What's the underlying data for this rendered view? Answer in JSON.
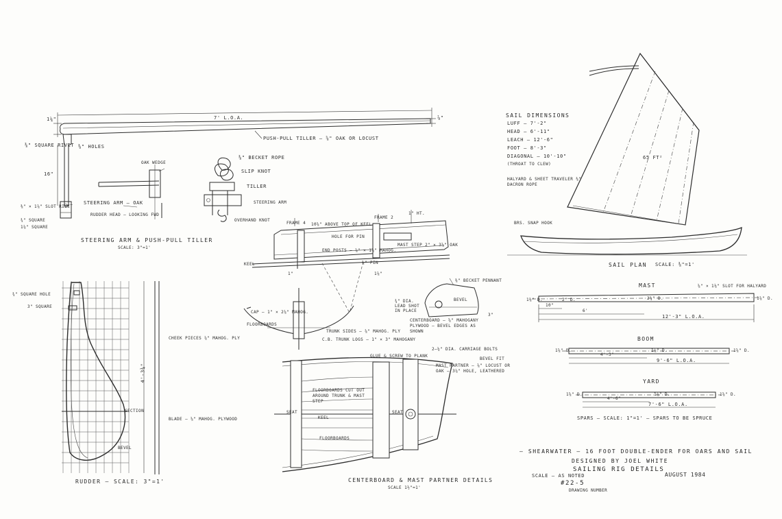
{
  "tiller": {
    "overall_length": "7' L.O.A.",
    "left_dim": "1¼\"",
    "right_dim": "⅞\"",
    "tiller_note": "Push-pull tiller – ⅝\" oak or locust",
    "square_rivet": "⅜\" square rivet",
    "holes": "⅜\" holes",
    "height_dim": "16\"",
    "slot_rivet": "⅜\" × 1⅞\" slot rivet",
    "square_1": "¾\" square",
    "square_2": "1⅞\" square",
    "oak_wedge": "Oak wedge",
    "steering_arm": "Steering arm – oak",
    "rudder_head": "Rudder head – looking fwd",
    "becket_rope": "⅜\" becket rope",
    "slip_knot": "Slip knot",
    "tiller_label": "Tiller",
    "steering_arm_2": "Steering arm",
    "overhand_knot": "Overhand knot",
    "caption": "Steering arm & push-pull tiller",
    "scale": "Scale: 3\"=1'"
  },
  "rudder": {
    "square_hole": "¾\" square hole",
    "square": "3\" square",
    "cheek": "Cheek pieces ⅞\" mahog. ply",
    "height_dim": "4'-3¾\"",
    "section": "Section",
    "blade": "Blade – ⅝\" mahog. plywood",
    "bevel": "Bevel",
    "caption": "Rudder – scale: 3\"=1'"
  },
  "keel_section": {
    "frame_a": "Frame 4",
    "keel_top": "10⅝\" above top of keel",
    "frame_b": "Frame 2",
    "height": "1\" ht.",
    "hole_pin": "Hole for pin",
    "end_posts": "End posts – ⅞\" × 1⅝\" mahog.",
    "mast_step": "Mast step 2\" × 3⅝\" oak",
    "pin": "⅜\" pin",
    "keel": "Keel",
    "dim_1": "1\"",
    "dim_2": "1⅞\""
  },
  "trunk_section": {
    "cap": "Cap – 1\" × 2⅞\" mahog.",
    "floorboards": "Floorboards",
    "trunk_sides": "Trunk sides – ⅞\" mahog. ply",
    "trunk_logs": "C.B. trunk logs – 1\" × 3\" mahogany"
  },
  "centerboard": {
    "becket": "⅜\" becket pennant",
    "lead": "¾\" dia. lead shot in place",
    "bevel": "Bevel",
    "board": "Centerboard – ⅝\" mahogany plywood – bevel edges as shown",
    "dim": "3\""
  },
  "partner": {
    "glue": "Glue & screw to plank",
    "carriage": "2–¼\" dia. carriage bolts",
    "partner": "Mast partner – ⅞\" locust or oak – 3⅞\" hole, leathered",
    "bevel": "Bevel fit",
    "floorboards": "Floorboards cut out around trunk & mast step",
    "seat": "Seat",
    "keel": "Keel",
    "seat_2": "Seat",
    "floorboards_2": "Floorboards",
    "caption": "Centerboard & mast partner details",
    "scale": "Scale 1½\"=1'"
  },
  "sail": {
    "heading": "Sail dimensions",
    "luff": "Luff – 7'-2\"",
    "head": "Head – 6'-11\"",
    "leach": "Leach – 12'-6\"",
    "foot": "Foot – 8'-3\"",
    "diagonal": "Diagonal – 10'-10\"",
    "diagonal_note": "(throat to clew)",
    "area": "65 ft²",
    "halyard": "Halyard & sheet traveler ⅜\" dacron rope",
    "brass_hook": "Brs. snap hook",
    "caption": "Sail plan",
    "scale": "Scale: ⅜\"=1'"
  },
  "spars": {
    "mast_title": "Mast",
    "mast_slot": "⅝\" × 1⅛\" slot for halyard",
    "mast_d1": "1⅜\" D.",
    "mast_d2": "2\" D.",
    "mast_d3": "2¼\" D.",
    "mast_d4": "1⅞\" D.",
    "mast_len1": "10\"",
    "mast_len2": "6'",
    "mast_loa": "12'-3\" L.O.A.",
    "boom_title": "Boom",
    "boom_d1": "1⅝\" D.",
    "boom_d2": "1⅞\" D.",
    "boom_d3": "1⅝\" D.",
    "boom_len1": "4'-3\"",
    "boom_loa": "9'-6\" L.O.A.",
    "yard_title": "Yard",
    "yard_d1": "1⅝\" D.",
    "yard_d2": "1⅞\" D.",
    "yard_d3": "1⅝\" D.",
    "yard_len1": "4'-6\"",
    "yard_loa": "7'-6\" L.O.A.",
    "caption": "Spars – scale: 1\"=1' – spars to be spruce"
  },
  "title_block": {
    "line1": "– Shearwater – 16 foot double-ender for oars and sail",
    "line2": "designed by Joel White",
    "line3": "Sailing rig details",
    "scale": "Scale – as noted",
    "date": "August 1984",
    "number": "#22-5",
    "subnumber": "Drawing number"
  }
}
